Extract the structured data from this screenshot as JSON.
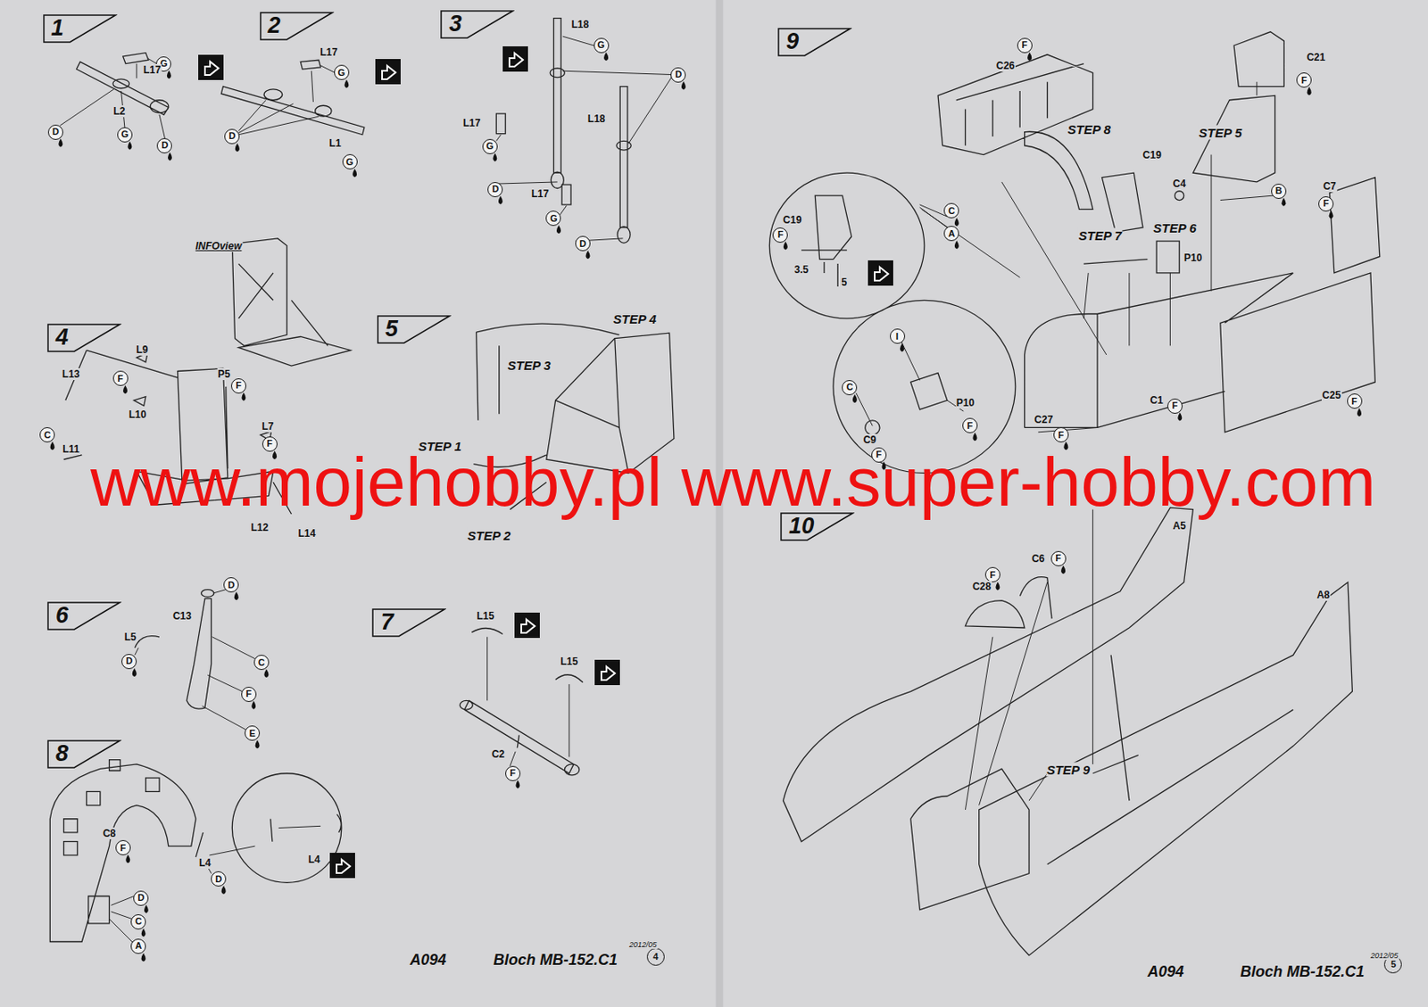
{
  "diagram": {
    "nodes": [
      {
        "text": [
          "1"
        ]
      },
      {
        "text": [
          "G"
        ]
      },
      {
        "text": [
          "D"
        ]
      },
      {
        "text": [
          "G"
        ]
      },
      {
        "text": [
          "D"
        ]
      },
      {
        "text": [
          "2"
        ]
      },
      {
        "text": [
          "G"
        ]
      },
      {
        "text": [
          "D"
        ]
      },
      {
        "text": [
          "G"
        ]
      },
      {
        "text": [
          "3"
        ]
      },
      {
        "text": [
          "G"
        ]
      },
      {
        "text": [
          "D"
        ]
      },
      {
        "text": [
          "G"
        ]
      },
      {
        "text": [
          "D"
        ]
      },
      {
        "text": [
          "G"
        ]
      },
      {
        "text": [
          "D"
        ]
      },
      {
        "text": [
          "4"
        ]
      },
      {
        "text": [
          "F"
        ]
      },
      {
        "text": [
          "F"
        ]
      },
      {
        "text": [
          "F"
        ]
      },
      {
        "text": [
          "C"
        ]
      },
      {
        "text": [
          "5"
        ]
      },
      {
        "text": [
          "6"
        ]
      },
      {
        "text": [
          "D"
        ]
      },
      {
        "text": [
          "D"
        ]
      },
      {
        "text": [
          "C"
        ]
      },
      {
        "text": [
          "F"
        ]
      },
      {
        "text": [
          "E"
        ]
      },
      {
        "text": [
          "7"
        ]
      },
      {
        "text": [
          "F"
        ]
      },
      {
        "text": [
          "8"
        ]
      },
      {
        "text": [
          "F"
        ]
      },
      {
        "text": [
          "D"
        ]
      },
      {
        "text": [
          "D"
        ]
      },
      {
        "text": [
          "C"
        ]
      },
      {
        "text": [
          "A"
        ]
      },
      {
        "text": [
          "9"
        ]
      },
      {
        "text": [
          "F"
        ]
      },
      {
        "text": [
          "F"
        ]
      },
      {
        "text": [
          "B"
        ]
      },
      {
        "text": [
          "F"
        ]
      },
      {
        "text": [
          "F"
        ]
      },
      {
        "text": [
          "C"
        ]
      },
      {
        "text": [
          "A"
        ]
      },
      {
        "text": [
          "I"
        ]
      },
      {
        "text": [
          "C"
        ]
      },
      {
        "text": [
          "F"
        ]
      },
      {
        "text": [
          "F"
        ]
      },
      {
        "text": [
          "F"
        ]
      },
      {
        "text": [
          "F"
        ]
      },
      {
        "text": [
          "F"
        ]
      },
      {
        "text": [
          "10"
        ]
      },
      {
        "text": [
          "F"
        ]
      },
      {
        "text": [
          "F"
        ]
      },
      {
        "text": [
          "4"
        ]
      },
      {
        "text": [
          "5"
        ]
      }
    ],
    "labels": [
      "L17",
      "L2",
      "L17",
      "L1",
      "L18",
      "L17",
      "L18",
      "L17",
      "INFOview",
      "L9",
      "L13",
      "P5",
      "L10",
      "L7",
      "L11",
      "L12",
      "L14",
      "STEP 4",
      "STEP 3",
      "STEP 1",
      "STEP 2",
      "C13",
      "L5",
      "L15",
      "L15",
      "C2",
      "C8",
      "L4",
      "L4",
      "A094",
      "Bloch MB-152.C1",
      "2012/05",
      "C26",
      "C21",
      "STEP 8",
      "STEP 5",
      "C19",
      "C4",
      "C7",
      "C19",
      "STEP 7",
      "STEP 6",
      "P10",
      "3.5",
      "5",
      "P10",
      "C9",
      "C1",
      "C25",
      "C27",
      "A5",
      "C6",
      "C28",
      "A8",
      "STEP 9",
      "A094",
      "Bloch MB-152.C1",
      "2012/05",
      "www.mojehobby.pl www.super-hobby.com"
    ]
  }
}
